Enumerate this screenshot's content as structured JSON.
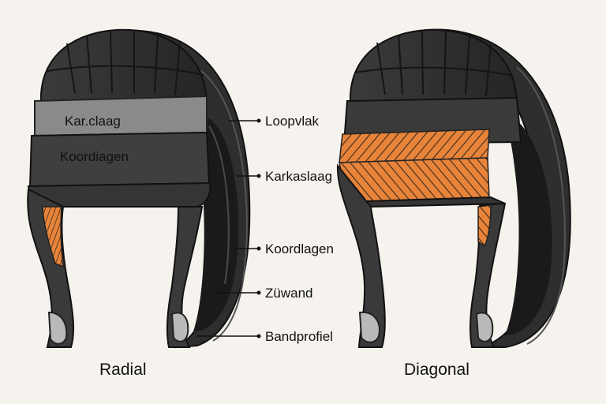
{
  "labels": {
    "loopvlak": "Loopvlak",
    "karkaslaag": "Karkaslaag",
    "koordlagen": "Koordlagen",
    "zijwand": "Züwand",
    "bandprofiel": "Bandprofiel"
  },
  "on_tire": {
    "band_top": "Kar.claag",
    "band_bottom": "Koordiagen"
  },
  "captions": {
    "radial": "Radial",
    "diagonal": "Diagonal"
  },
  "colors": {
    "background": "#f6f3ee",
    "tire_dark": "#2c2c2c",
    "tire_mid": "#3d3d3d",
    "cord_orange": "#e8843a",
    "band_light": "#8a8a8a",
    "bead_grey": "#b9b9b9"
  }
}
